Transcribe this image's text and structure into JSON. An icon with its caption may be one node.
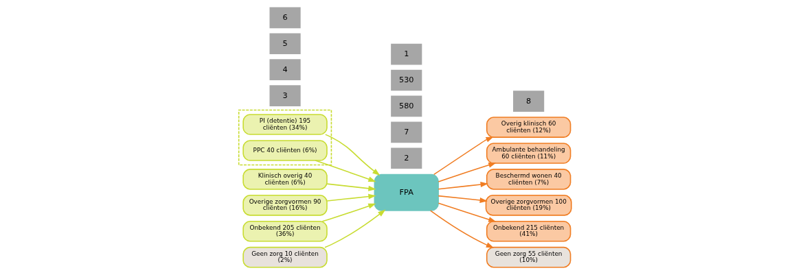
{
  "diagram": {
    "nodes": [
      {
        "text": [],
        "shape": "box"
      },
      {
        "text": [
          "PI (detentie) 195 cliënten (34%)"
        ],
        "in": 0
      },
      {
        "text": [
          "PPC 40 cliënten (6%)"
        ],
        "in": 0
      },
      {
        "text": [
          "Klinisch overig 40 cliënten (6%)"
        ]
      },
      {
        "text": [
          "Overige zorgvormen 90 cliënten (16%)"
        ]
      },
      {
        "text": [
          "Onbekend 205 cliënten (36%)"
        ]
      },
      {
        "text": [
          "Geen zorg 10 cliënten (2%)"
        ]
      },
      {
        "text": [
          "FPA"
        ]
      },
      {
        "text": [
          "Overig klinisch 60 cliënten (12%)"
        ]
      },
      {
        "text": [
          "Ambulante behandeling 60 cliënten (11%)"
        ]
      },
      {
        "text": [
          "Beschermd wonen 40 cliënten (7%)"
        ]
      },
      {
        "text": [
          "Overige zorgvormen 100 cliënten (19%)"
        ]
      },
      {
        "text": [
          "Onbekend 215 cliënten (41%)"
        ]
      },
      {
        "text": [
          "Geen zorg 55 cliënten (10%)"
        ]
      }
    ],
    "edges": [
      {
        "from": 1,
        "to": 7,
        "arrow": "to",
        "color": "#c8dc32"
      },
      {
        "from": 2,
        "to": 7,
        "arrow": "to",
        "color": "#c8dc32"
      },
      {
        "from": 3,
        "to": 7,
        "arrow": "to",
        "color": "#c8dc32"
      },
      {
        "from": 4,
        "to": 7,
        "arrow": "to",
        "color": "#c8dc32"
      },
      {
        "from": 5,
        "to": 7,
        "arrow": "to",
        "color": "#c8dc32"
      },
      {
        "from": 6,
        "to": 7,
        "arrow": "to",
        "color": "#c8dc32"
      },
      {
        "from": 7,
        "to": 8,
        "arrow": "to",
        "color": "#f07d23"
      },
      {
        "from": 7,
        "to": 9,
        "arrow": "to",
        "color": "#f07d23"
      },
      {
        "from": 7,
        "to": 10,
        "arrow": "to",
        "color": "#f07d23"
      },
      {
        "from": 7,
        "to": 11,
        "arrow": "to",
        "color": "#f07d23"
      },
      {
        "from": 7,
        "to": 12,
        "arrow": "to",
        "color": "#f07d23"
      },
      {
        "from": 7,
        "to": 13,
        "arrow": "to",
        "color": "#f07d23"
      }
    ],
    "labels": [
      "8",
      "3",
      "2",
      "7",
      "580",
      "530",
      "1",
      "4",
      "5",
      "6"
    ]
  }
}
